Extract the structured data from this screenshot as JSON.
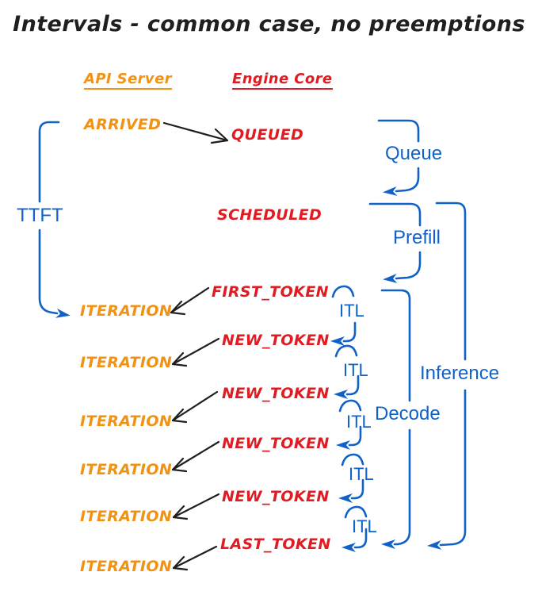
{
  "title": "Intervals - common case, no preemptions",
  "columns": {
    "api_server": "API Server",
    "engine_core": "Engine Core"
  },
  "events": {
    "arrived": "ARRIVED",
    "queued": "QUEUED",
    "scheduled": "SCHEDULED",
    "first_token": "FIRST_TOKEN",
    "new_token": "NEW_TOKEN",
    "last_token": "LAST_TOKEN",
    "iteration": "ITERATION"
  },
  "intervals": {
    "ttft": "TTFT",
    "queue": "Queue",
    "prefill": "Prefill",
    "inference": "Inference",
    "decode": "Decode",
    "itl": "ITL"
  },
  "colors": {
    "api_server": "#F09213",
    "engine_core": "#E01B22",
    "interval": "#1062C8",
    "ink": "#1F1F1F",
    "background": "#FFFFFF"
  }
}
